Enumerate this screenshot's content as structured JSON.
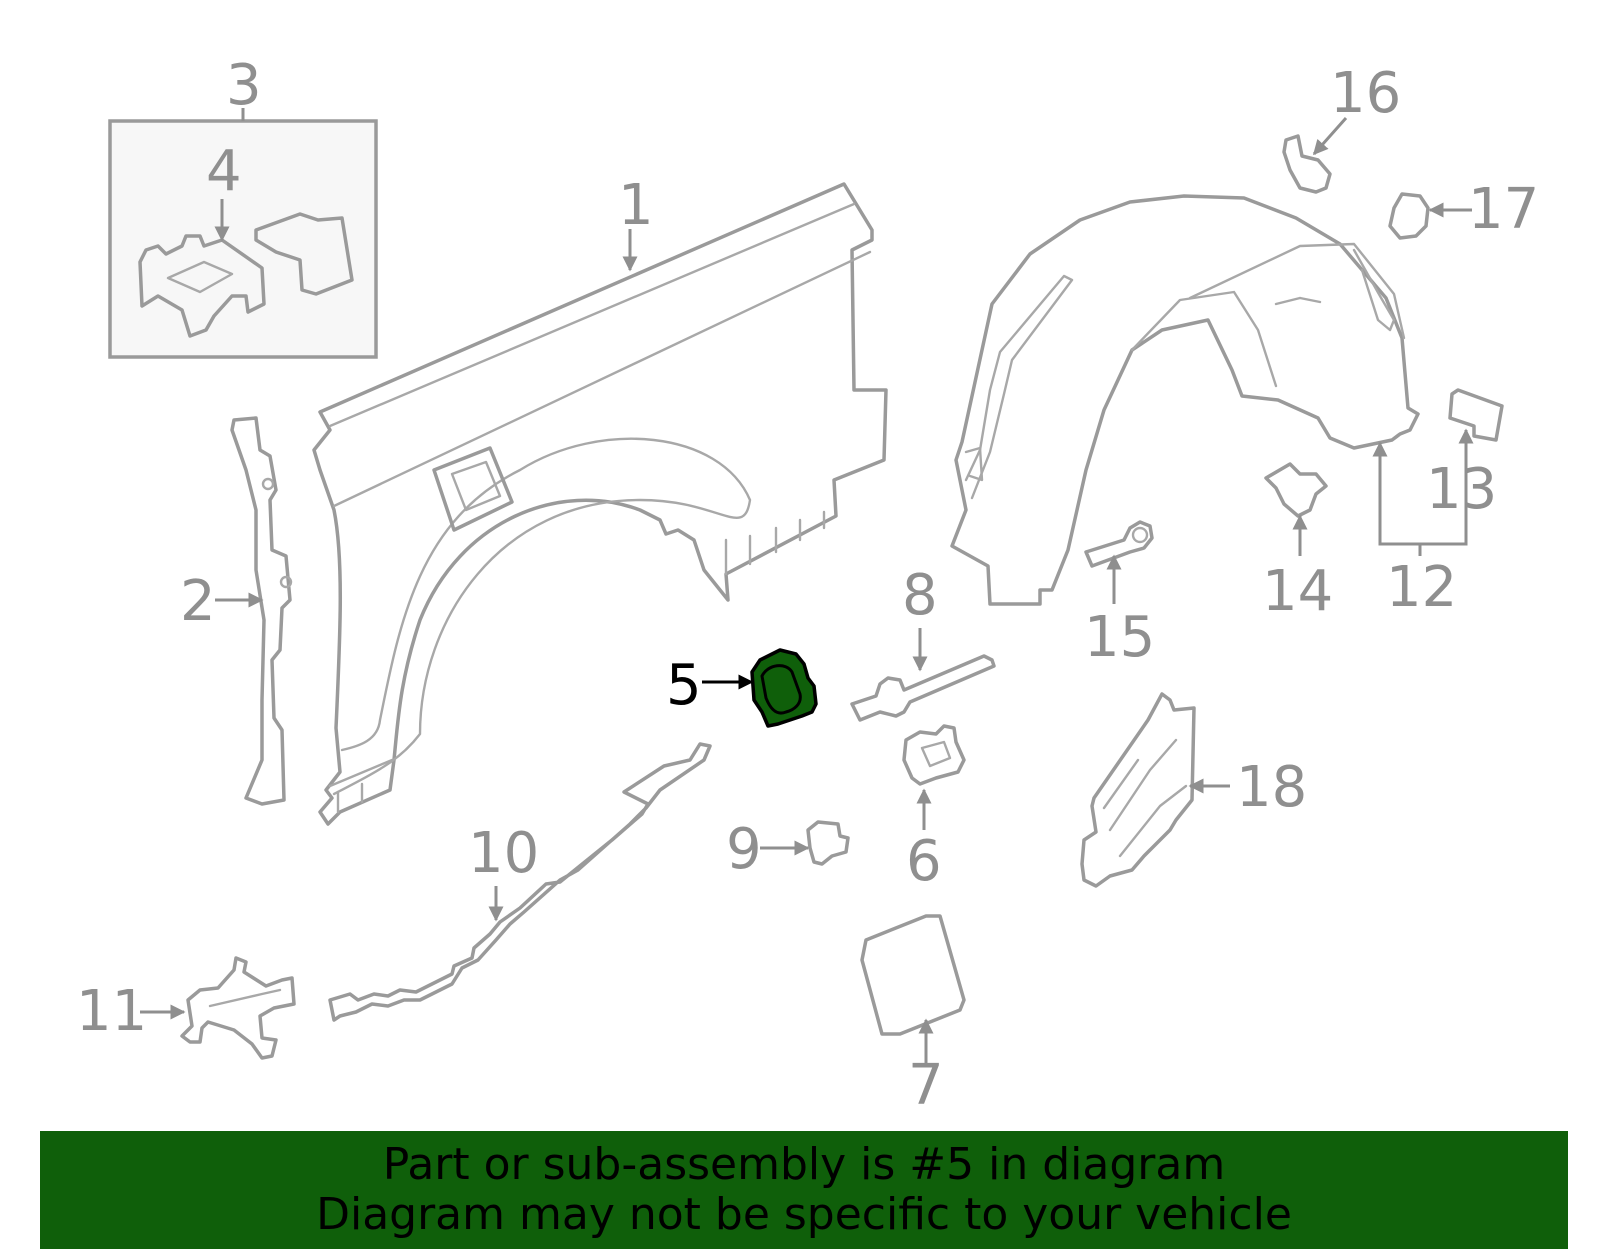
{
  "highlight_color": "#0f5f0a",
  "banner": {
    "line1": "Part or sub-assembly is #5 in diagram",
    "line2": "Diagram may not be specific to your vehicle"
  },
  "callouts": {
    "c1": "1",
    "c2": "2",
    "c3": "3",
    "c4": "4",
    "c5": "5",
    "c6": "6",
    "c7": "7",
    "c8": "8",
    "c9": "9",
    "c10": "10",
    "c11": "11",
    "c12": "12",
    "c13": "13",
    "c14": "14",
    "c15": "15",
    "c16": "16",
    "c17": "17",
    "c18": "18"
  },
  "highlighted_part": "5"
}
